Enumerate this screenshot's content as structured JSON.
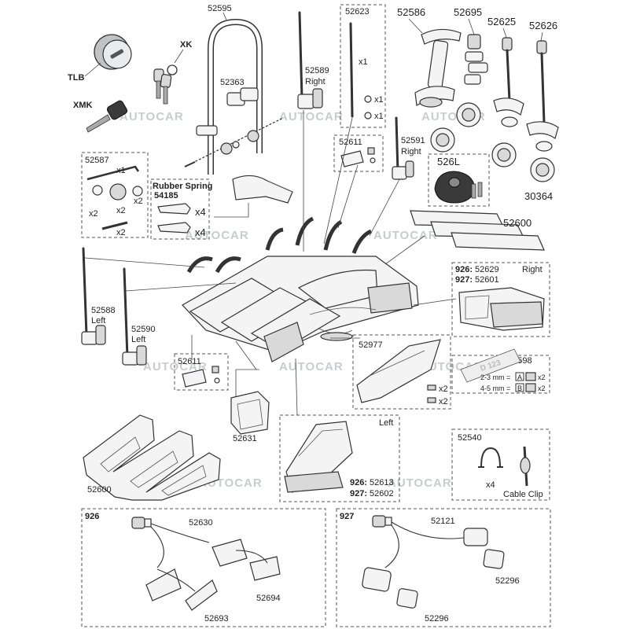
{
  "watermark": "AUTOCAR",
  "labels": {
    "tlb": "TLB",
    "xk": "XK",
    "xmk": "XMK",
    "p52595": "52595",
    "p52363": "52363",
    "p52589": "52589",
    "right": "Right",
    "left": "Left",
    "p52623": "52623",
    "x1": "x1",
    "x2": "x2",
    "x4": "x4",
    "p52586": "52586",
    "p52695": "52695",
    "p52625": "52625",
    "p52626": "52626",
    "p52611": "52611",
    "p52591": "52591",
    "p526l": "526L",
    "p30364": "30364",
    "p52587": "52587",
    "rubber_spring": "Rubber Spring",
    "p54185": "54185",
    "p52600": "52600",
    "p52588": "52588",
    "p52590": "52590",
    "m926": "926:",
    "m927": "927:",
    "p52629": "52629",
    "p52601": "52601",
    "p52977": "52977",
    "p52598": "52598",
    "mm23": "2-3 mm =",
    "mm45": "4-5 mm =",
    "box_a": "A",
    "box_b": "B",
    "p52631": "52631",
    "p52540": "52540",
    "cable_clip": "Cable Clip",
    "p52613": "52613",
    "p52602": "52602",
    "p926": "926",
    "p927": "927",
    "p52630": "52630",
    "p52694": "52694",
    "p52693": "52693",
    "p52121": "52121",
    "p52296": "52296",
    "plate_text": "D 123"
  }
}
